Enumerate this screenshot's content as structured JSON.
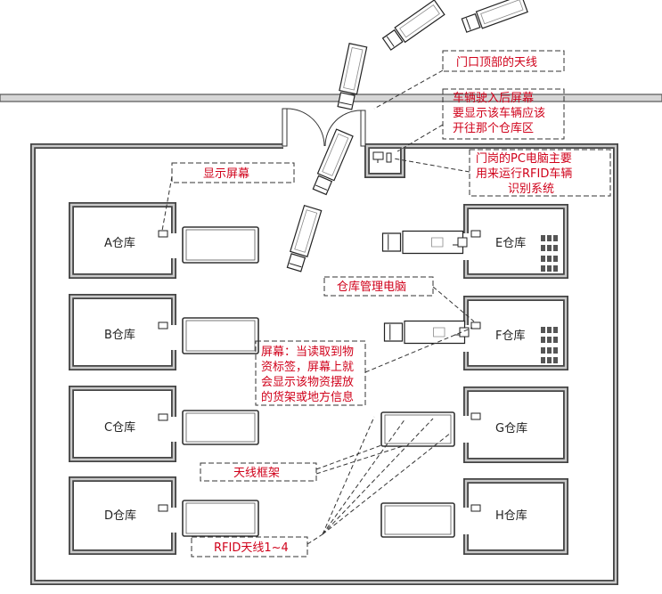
{
  "warehouses": {
    "a": "A仓库",
    "b": "B仓库",
    "c": "C仓库",
    "d": "D仓库",
    "e": "E仓库",
    "f": "F仓库",
    "g": "G仓库",
    "h": "H仓库"
  },
  "callouts": {
    "gate_antenna": [
      "门口顶部的天线"
    ],
    "vehicle_screen": [
      "车辆驶入后屏幕",
      "要显示该车辆应该",
      "开往那个仓库区"
    ],
    "gate_pc": [
      "门岗的PC电脑主要",
      "用来运行RFID车辆",
      "识别系统"
    ],
    "display_screen": [
      "显示屏幕"
    ],
    "warehouse_pc": [
      "仓库管理电脑"
    ],
    "screen_info": [
      "屏幕：当读取到物",
      "资标签，屏幕上就",
      "会显示该物资摆放",
      "的货架或地方信息"
    ],
    "antenna_frame": [
      "天线框架"
    ],
    "rfid_antenna": [
      "RFID天线1~4"
    ]
  },
  "colors": {
    "callout_text": "#d0021b",
    "wall": "#7a7a7a",
    "line": "#222222"
  }
}
